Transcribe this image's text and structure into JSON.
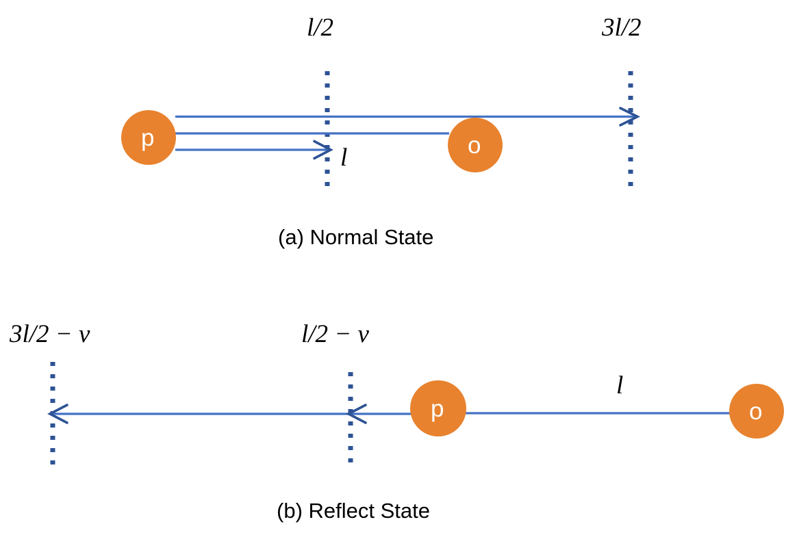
{
  "figure": {
    "title_a": "(a) Normal State",
    "title_b": "(b) Reflect State",
    "colors": {
      "node_fill": "#E8822E",
      "node_label": "#FFFFFF",
      "arrow_line": "#4472C4",
      "arrow_head": "#2E5395",
      "dotted_marker": "#2E5395",
      "text": "#000000",
      "background": "#FFFFFF"
    }
  },
  "panel_a": {
    "caption": "(a) Normal State",
    "axis_labels": [
      {
        "text_num": "",
        "text": "l/2"
      },
      {
        "text_num": "3",
        "text": "l/2"
      }
    ],
    "label_half_l": "l/2",
    "label_three_half_l": "3l/2",
    "label_l": "l",
    "nodes": [
      {
        "id": "p",
        "label": "p"
      },
      {
        "id": "o",
        "label": "o"
      }
    ],
    "markers": [
      {
        "name": "half-l-marker",
        "label": "l/2"
      },
      {
        "name": "three-half-l-marker",
        "label": "3l/2"
      }
    ],
    "arrows": [
      {
        "name": "arrow-p-to-3l2",
        "direction": "right",
        "has_head": true
      },
      {
        "name": "line-p-to-o",
        "direction": "right",
        "has_head": false
      },
      {
        "name": "arrow-p-to-l2",
        "direction": "right",
        "has_head": true,
        "label": "l"
      }
    ]
  },
  "panel_b": {
    "caption": "(b) Reflect State",
    "label_three_half_l_minus_v": "3l/2 − v",
    "label_half_l_minus_v": "l/2 − v",
    "label_l": "l",
    "nodes": [
      {
        "id": "p",
        "label": "p"
      },
      {
        "id": "o",
        "label": "o"
      }
    ],
    "markers": [
      {
        "name": "three-half-l-minus-v-marker",
        "label": "3l/2 − v"
      },
      {
        "name": "half-l-minus-v-marker",
        "label": "l/2 − v"
      }
    ],
    "arrows": [
      {
        "name": "arrow-to-3l2-minus-v",
        "direction": "left",
        "has_head": true
      },
      {
        "name": "arrow-o-to-l2-minus-v",
        "direction": "left",
        "has_head": true,
        "label": "l"
      }
    ]
  },
  "math_parts": {
    "three": "3",
    "l": "l",
    "slash_two": "/2",
    "minus_v": " − ",
    "v": "v"
  }
}
